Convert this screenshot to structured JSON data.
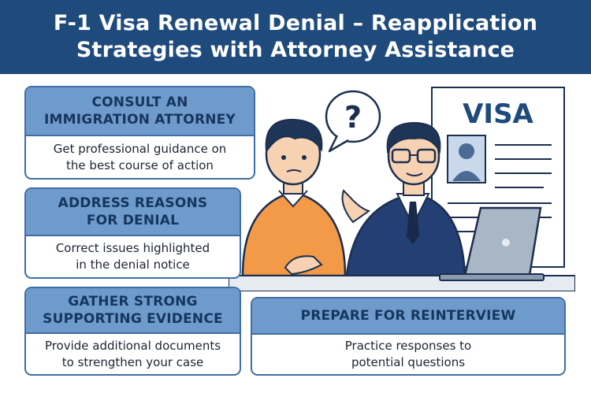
{
  "header": {
    "title_line1": "F-1 Visa Renewal Denial – Reapplication",
    "title_line2": "Strategies with Attorney Assistance"
  },
  "cards": [
    {
      "title_lines": [
        "CONSULT AN",
        "IMMIGRATION ATTORNEY"
      ],
      "body_lines": [
        "Get professional guidance on",
        "the best course of action"
      ]
    },
    {
      "title_lines": [
        "ADDRESS REASONS",
        "FOR DENIAL"
      ],
      "body_lines": [
        "Correct issues highlighted",
        "in the denial notice"
      ]
    },
    {
      "title_lines": [
        "GATHER STRONG",
        "SUPPORTING EVIDENCE"
      ],
      "body_lines": [
        "Provide additional documents",
        "to strengthen your case"
      ]
    },
    {
      "title_lines": [
        "PREPARE FOR REINTERVIEW"
      ],
      "body_lines": [
        "Practice responses to",
        "potential questions"
      ]
    }
  ],
  "illustration": {
    "visa_label": "VISA",
    "speech_bubble_symbol": "?"
  },
  "colors": {
    "header_bg": "#1f4a7c",
    "card_border": "#3e6ea3",
    "card_head_bg": "#6f9bcc",
    "student_sweater": "#f29a48",
    "attorney_suit": "#233f73"
  }
}
